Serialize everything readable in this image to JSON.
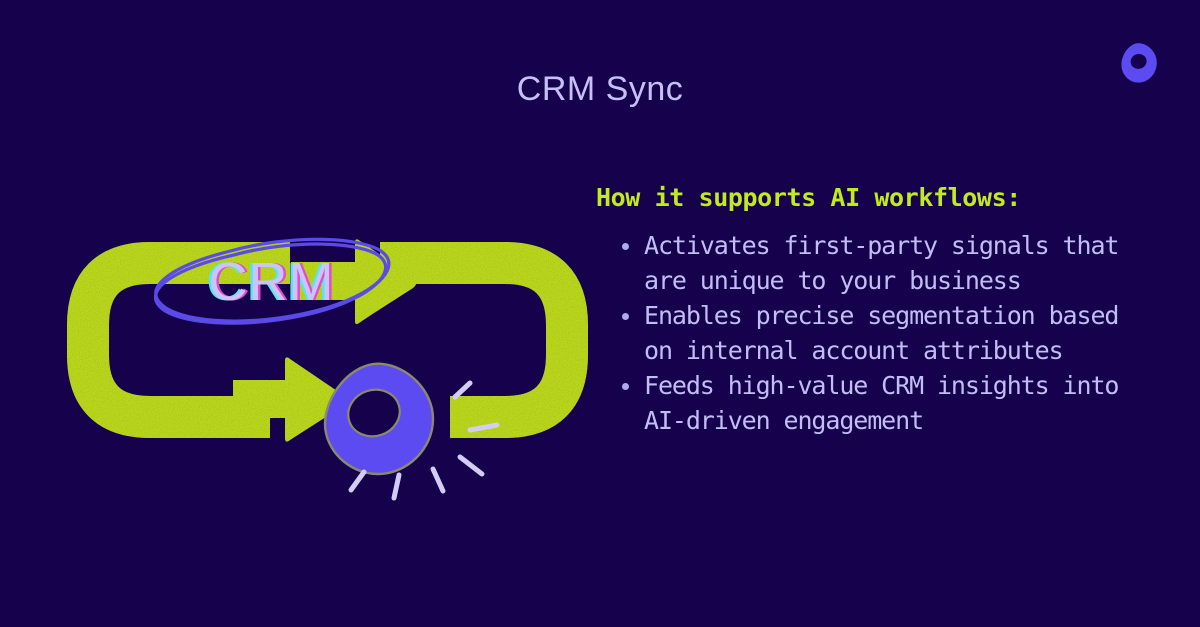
{
  "page": {
    "background_color": "#16014d",
    "title": "CRM Sync"
  },
  "brand": {
    "logo_icon": "teardrop-logo-icon",
    "logo_color": "#5b4bf0",
    "logo_hole_color": "#16014d"
  },
  "illustration": {
    "name": "crm-sync-cycle-illustration",
    "loop_label": "CRM",
    "loop_arrow_color": "#c2e01d",
    "circle_annotation_color": "#5a4ae8",
    "label_color": "#c9c6f7",
    "label_glitch_left_color": "#59e5f0",
    "label_glitch_right_color": "#e34ad4",
    "logo_icon": "teardrop-logo-icon",
    "logo_color": "#5b4bf0",
    "spark_line_color": "#d3cdf6",
    "spark_line_count": 5,
    "arrowheads": [
      {
        "name": "arrowhead-top-left",
        "direction": "left"
      },
      {
        "name": "arrowhead-bottom-right",
        "direction": "right"
      }
    ]
  },
  "content": {
    "heading": "How it supports AI workflows:",
    "heading_color": "#c2eb1c",
    "body_color": "#c3bdf5",
    "bullets": [
      "Activates first-party signals that are unique to your business",
      "Enables precise segmentation based on internal account attributes",
      "Feeds high-value CRM insights into AI-driven engagement"
    ]
  }
}
